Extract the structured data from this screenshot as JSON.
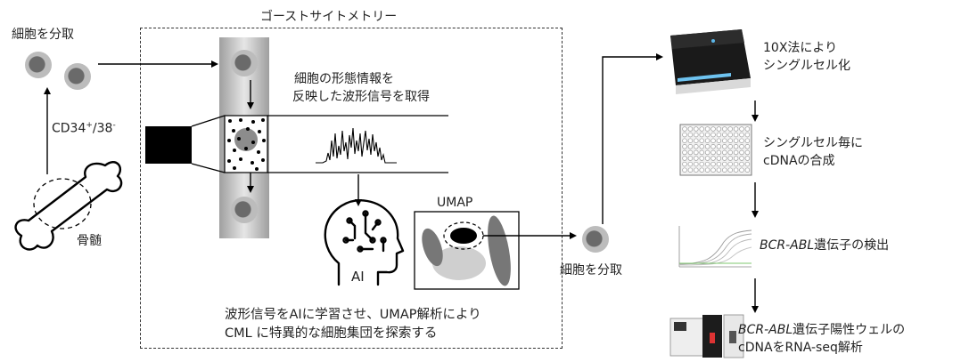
{
  "diagram": {
    "title": "ゴーストサイトメトリー",
    "sample_label": "細胞を分取",
    "marker_main": "CD34",
    "marker_sup1": "+",
    "marker_mid": "/38",
    "marker_sup2": "-",
    "bone_label": "骨髄",
    "waveform_line1": "細胞の形態情報を",
    "waveform_line2": "反映した波形信号を取得",
    "ai_label": "AI",
    "umap_label": "UMAP",
    "ai_caption_line1": "波形信号をAIに学習させ、UMAP解析により",
    "ai_caption_line2": "CML に特異的な細胞集団を探索する",
    "sorted_label": "細胞を分取",
    "step1_line1": "10X法により",
    "step1_line2": "シングルセル化",
    "step2_line1": "シングルセル毎に",
    "step2_line2": "cDNAの合成",
    "step3_italic": "BCR-ABL",
    "step3_rest": "遺伝子の検出",
    "step4_italic": "BCR-ABL",
    "step4_rest": "遺伝子陽性ウェルの",
    "step4_line2": "cDNAをRNA-seq解析"
  },
  "colors": {
    "cell_nucleus": "#6a6a6a",
    "cell_body": "#bcbcbc",
    "line": "#000000",
    "umap_cluster_light": "#cfcfcf",
    "umap_cluster_dark": "#777777",
    "umap_highlight": "#000000"
  }
}
